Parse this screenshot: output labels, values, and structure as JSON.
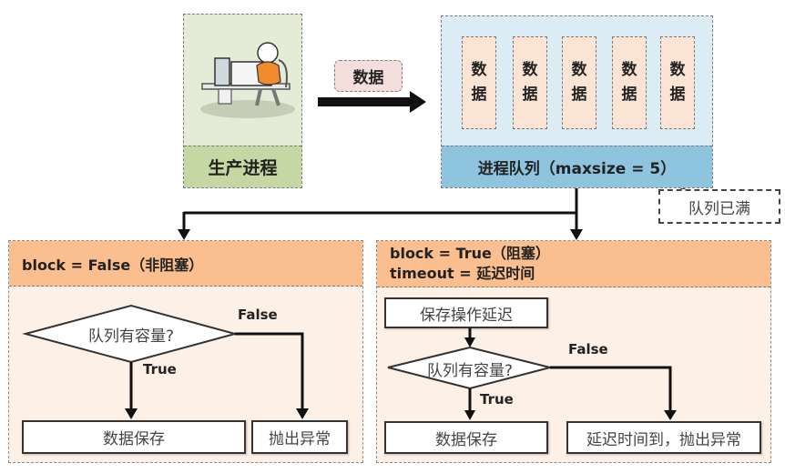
{
  "producer": {
    "label": "生产进程",
    "illustration": "person-at-computer-illustration"
  },
  "transfer": {
    "chip_label": "数据",
    "arrow_icon": "right-arrow-icon"
  },
  "queue": {
    "slots": [
      {
        "line1": "数",
        "line2": "据"
      },
      {
        "line1": "数",
        "line2": "据"
      },
      {
        "line1": "数",
        "line2": "据"
      },
      {
        "line1": "数",
        "line2": "据"
      },
      {
        "line1": "数",
        "line2": "据"
      }
    ],
    "label": "进程队列（maxsize = 5）",
    "callout": "队列已满"
  },
  "left_panel": {
    "header": "block = False（非阻塞）",
    "decision": "队列有容量?",
    "true_label": "True",
    "false_label": "False",
    "true_box": "数据保存",
    "false_box": "抛出异常"
  },
  "right_panel": {
    "header_line1": "block = True（阻塞）",
    "header_line2": "timeout = 延迟时间",
    "delay_box": "保存操作延迟",
    "decision": "队列有容量?",
    "true_label": "True",
    "false_label": "False",
    "true_box": "数据保存",
    "false_box": "延迟时间到，抛出异常"
  },
  "colors": {
    "producer_bg": "#e4ebd6",
    "producer_label_bg": "#c5d7a2",
    "queue_bg": "#dcecf5",
    "queue_label_bg": "#8fc4de",
    "slot_bg": "#fbe4d4",
    "panel_header_bg": "#fbbf8f",
    "panel_body_bg": "#fdf0e6"
  }
}
